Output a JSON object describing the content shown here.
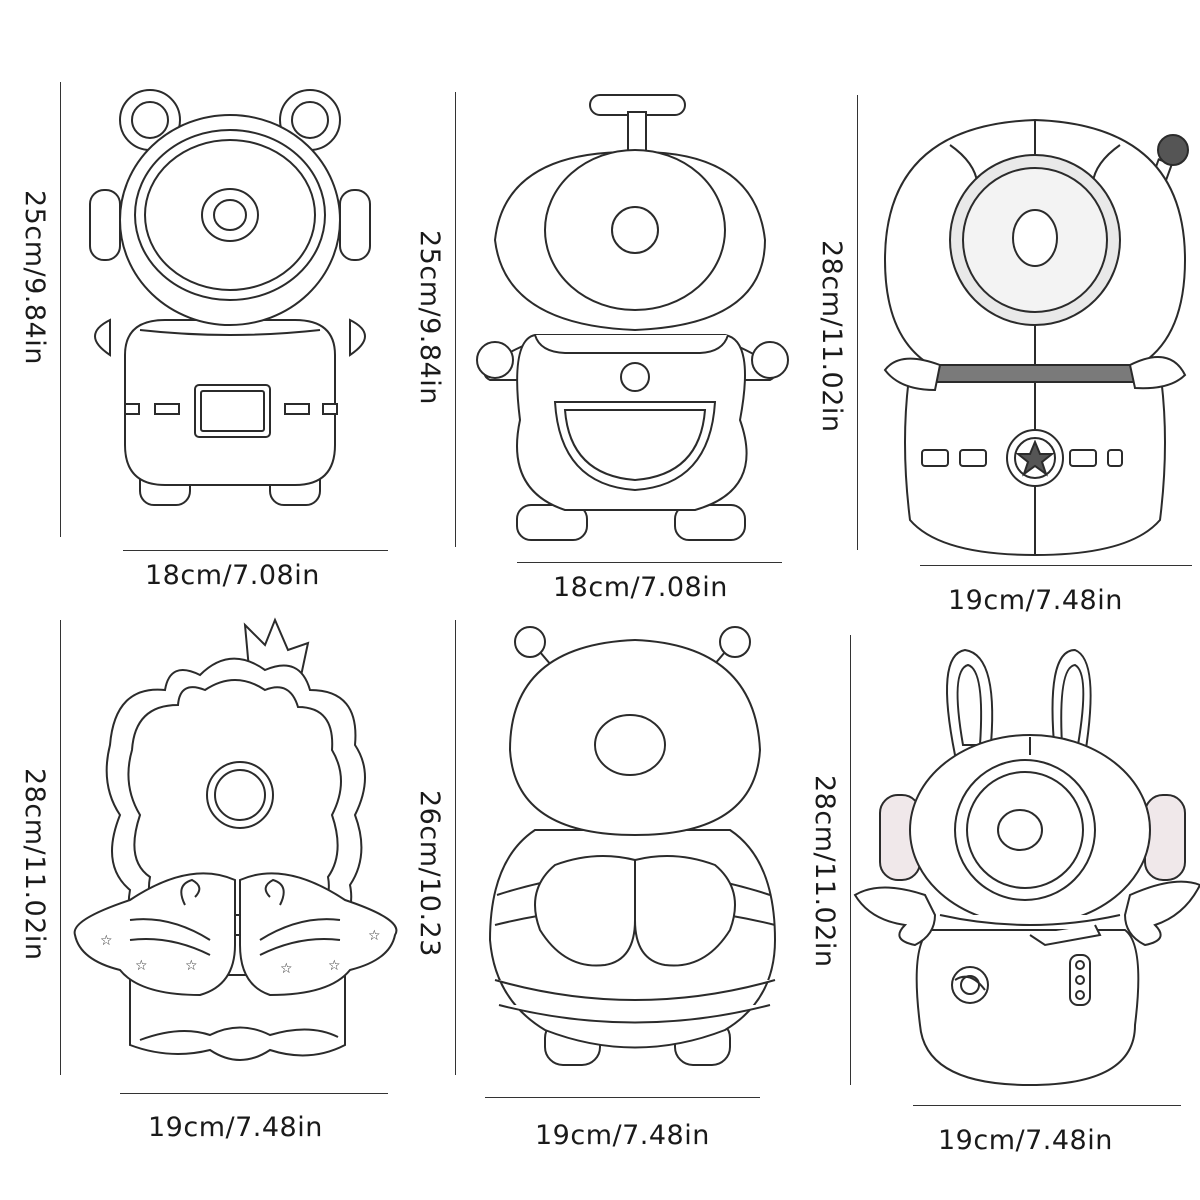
{
  "products": [
    {
      "name_icon": "bear-astronaut-pillow-icon",
      "height_label": "25cm/9.84in",
      "width_label": "18cm/7.08in"
    },
    {
      "name_icon": "propeller-astronaut-pillow-icon",
      "height_label": "25cm/9.84in",
      "width_label": "18cm/7.08in"
    },
    {
      "name_icon": "antenna-astronaut-pillow-icon",
      "height_label": "28cm/11.02in",
      "width_label": "19cm/7.48in"
    },
    {
      "name_icon": "crowned-angel-pillow-icon",
      "height_label": "28cm/11.02in",
      "width_label": "19cm/7.48in"
    },
    {
      "name_icon": "bee-pillow-icon",
      "height_label": "26cm/10.23",
      "width_label": "19cm/7.48in"
    },
    {
      "name_icon": "bunny-astronaut-pillow-icon",
      "height_label": "28cm/11.02in",
      "width_label": "19cm/7.48in"
    }
  ],
  "colors": {
    "line": "#2b2b2b",
    "fill": "#ffffff",
    "accent_ring": "#dcdcdc"
  }
}
